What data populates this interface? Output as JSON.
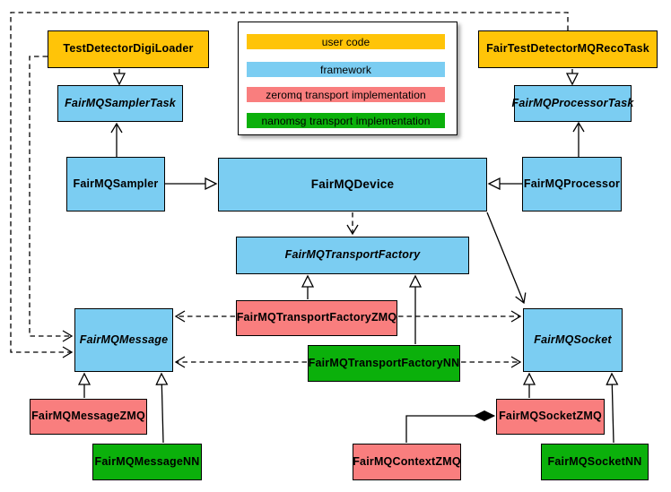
{
  "diagram": {
    "kind": "class-diagram",
    "subject": "FairMQ framework class relationships"
  },
  "palette": {
    "user_code": "#FFC408",
    "framework": "#7BCDF2",
    "zeromq": "#F97E7E",
    "nanomsg": "#0BB00B",
    "border": "#000000",
    "background": "#FFFFFF"
  },
  "legend": {
    "items": [
      {
        "label": "user code",
        "category": "user_code"
      },
      {
        "label": "framework",
        "category": "framework"
      },
      {
        "label": "zeromq transport implementation",
        "category": "zeromq"
      },
      {
        "label": "nanomsg transport implementation",
        "category": "nanomsg"
      }
    ]
  },
  "nodes": {
    "tddl": {
      "label": "TestDetectorDigiLoader",
      "category": "user_code",
      "abstract": false
    },
    "recoTask": {
      "label": "FairTestDetectorMQRecoTask",
      "category": "user_code",
      "abstract": false
    },
    "smplTask": {
      "label": "FairMQSamplerTask",
      "category": "framework",
      "abstract": true
    },
    "procTask": {
      "label": "FairMQProcessorTask",
      "category": "framework",
      "abstract": true
    },
    "sampler": {
      "label": "FairMQSampler",
      "category": "framework",
      "abstract": false
    },
    "device": {
      "label": "FairMQDevice",
      "category": "framework",
      "abstract": false
    },
    "processor": {
      "label": "FairMQProcessor",
      "category": "framework",
      "abstract": false
    },
    "factory": {
      "label": "FairMQTransportFactory",
      "category": "framework",
      "abstract": true
    },
    "factZmq": {
      "label": "FairMQTransportFactoryZMQ",
      "category": "zeromq",
      "abstract": false
    },
    "factNn": {
      "label": "FairMQTransportFactoryNN",
      "category": "nanomsg",
      "abstract": false
    },
    "message": {
      "label": "FairMQMessage",
      "category": "framework",
      "abstract": true
    },
    "socket": {
      "label": "FairMQSocket",
      "category": "framework",
      "abstract": true
    },
    "msgZmq": {
      "label": "FairMQMessageZMQ",
      "category": "zeromq",
      "abstract": false
    },
    "msgNn": {
      "label": "FairMQMessageNN",
      "category": "nanomsg",
      "abstract": false
    },
    "sockZmq": {
      "label": "FairMQSocketZMQ",
      "category": "zeromq",
      "abstract": false
    },
    "ctxZmq": {
      "label": "FairMQContextZMQ",
      "category": "zeromq",
      "abstract": false
    },
    "sockNn": {
      "label": "FairMQSocketNN",
      "category": "nanomsg",
      "abstract": false
    }
  },
  "edges": [
    {
      "from": "TestDetectorDigiLoader",
      "to": "FairMQSamplerTask",
      "type": "hollow-triangle",
      "style": "solid"
    },
    {
      "from": "FairMQSampler",
      "to": "FairMQSamplerTask",
      "type": "open-arrow",
      "style": "solid"
    },
    {
      "from": "FairMQSampler",
      "to": "FairMQDevice",
      "type": "hollow-triangle",
      "style": "solid"
    },
    {
      "from": "FairMQProcessor",
      "to": "FairMQDevice",
      "type": "hollow-triangle",
      "style": "solid"
    },
    {
      "from": "FairTestDetectorMQRecoTask",
      "to": "FairMQProcessorTask",
      "type": "hollow-triangle",
      "style": "solid"
    },
    {
      "from": "FairMQProcessor",
      "to": "FairMQProcessorTask",
      "type": "open-arrow",
      "style": "solid"
    },
    {
      "from": "FairMQDevice",
      "to": "FairMQTransportFactory",
      "type": "open-arrow",
      "style": "dashed"
    },
    {
      "from": "FairMQDevice",
      "to": "FairMQSocket",
      "type": "open-arrow",
      "style": "solid"
    },
    {
      "from": "FairMQTransportFactoryZMQ",
      "to": "FairMQTransportFactory",
      "type": "hollow-triangle",
      "style": "solid"
    },
    {
      "from": "FairMQTransportFactoryNN",
      "to": "FairMQTransportFactory",
      "type": "hollow-triangle",
      "style": "solid"
    },
    {
      "from": "FairMQTransportFactoryZMQ",
      "to": "FairMQMessage",
      "type": "open-arrow",
      "style": "dashed"
    },
    {
      "from": "FairMQTransportFactoryZMQ",
      "to": "FairMQSocket",
      "type": "open-arrow",
      "style": "dashed"
    },
    {
      "from": "FairMQTransportFactoryNN",
      "to": "FairMQMessage",
      "type": "open-arrow",
      "style": "dashed"
    },
    {
      "from": "FairMQTransportFactoryNN",
      "to": "FairMQSocket",
      "type": "open-arrow",
      "style": "dashed"
    },
    {
      "from": "FairTestDetectorMQRecoTask",
      "to": "FairMQMessage",
      "type": "open-arrow",
      "style": "dashed"
    },
    {
      "from": "TestDetectorDigiLoader",
      "to": "FairMQMessage",
      "type": "open-arrow",
      "style": "dashed"
    },
    {
      "from": "FairMQMessageZMQ",
      "to": "FairMQMessage",
      "type": "hollow-triangle",
      "style": "solid"
    },
    {
      "from": "FairMQMessageNN",
      "to": "FairMQMessage",
      "type": "hollow-triangle",
      "style": "solid"
    },
    {
      "from": "FairMQSocketZMQ",
      "to": "FairMQSocket",
      "type": "hollow-triangle",
      "style": "solid"
    },
    {
      "from": "FairMQSocketNN",
      "to": "FairMQSocket",
      "type": "hollow-triangle",
      "style": "solid"
    },
    {
      "from": "FairMQContextZMQ",
      "to": "FairMQSocketZMQ",
      "type": "filled-diamond",
      "style": "solid"
    }
  ]
}
